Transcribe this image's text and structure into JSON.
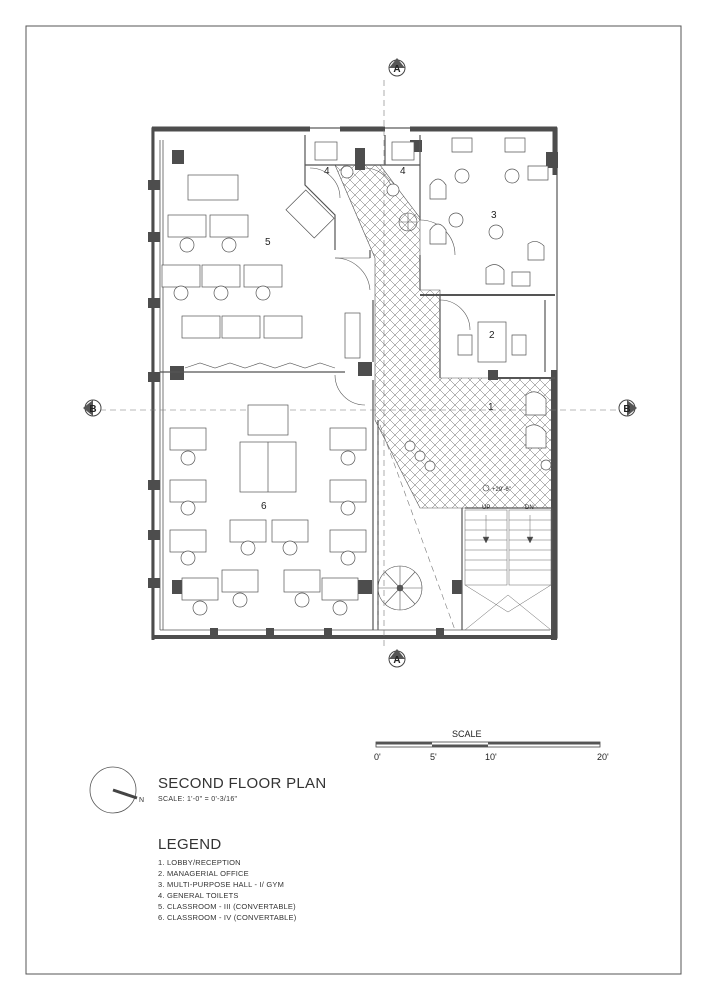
{
  "drawing": {
    "title": "SECOND FLOOR PLAN",
    "scale_note": "SCALE: 1'-0\" = 0'-3/16\"",
    "north_label": "N",
    "level_mark": "+29'-6\""
  },
  "sections": {
    "a_top": "A",
    "a_bottom": "A",
    "b_left": "B",
    "b_right": "B"
  },
  "rooms": {
    "r1": "1",
    "r2": "2",
    "r3": "3",
    "r4a": "4",
    "r4b": "4",
    "r5": "5",
    "r6": "6"
  },
  "stairs": {
    "up": "UP",
    "dn": "DN"
  },
  "scale_bar": {
    "title": "SCALE",
    "ticks": [
      "0'",
      "5'",
      "10'",
      "20'"
    ]
  },
  "legend": {
    "title": "LEGEND",
    "items": [
      "1. LOBBY/RECEPTION",
      "2. MANAGERIAL OFFICE",
      "3. MULTI-PURPOSE HALL - I/ GYM",
      "4. GENERAL TOILETS",
      "5. CLASSROOM - III (CONVERTABLE)",
      "6. CLASSROOM - IV (CONVERTABLE)"
    ]
  }
}
